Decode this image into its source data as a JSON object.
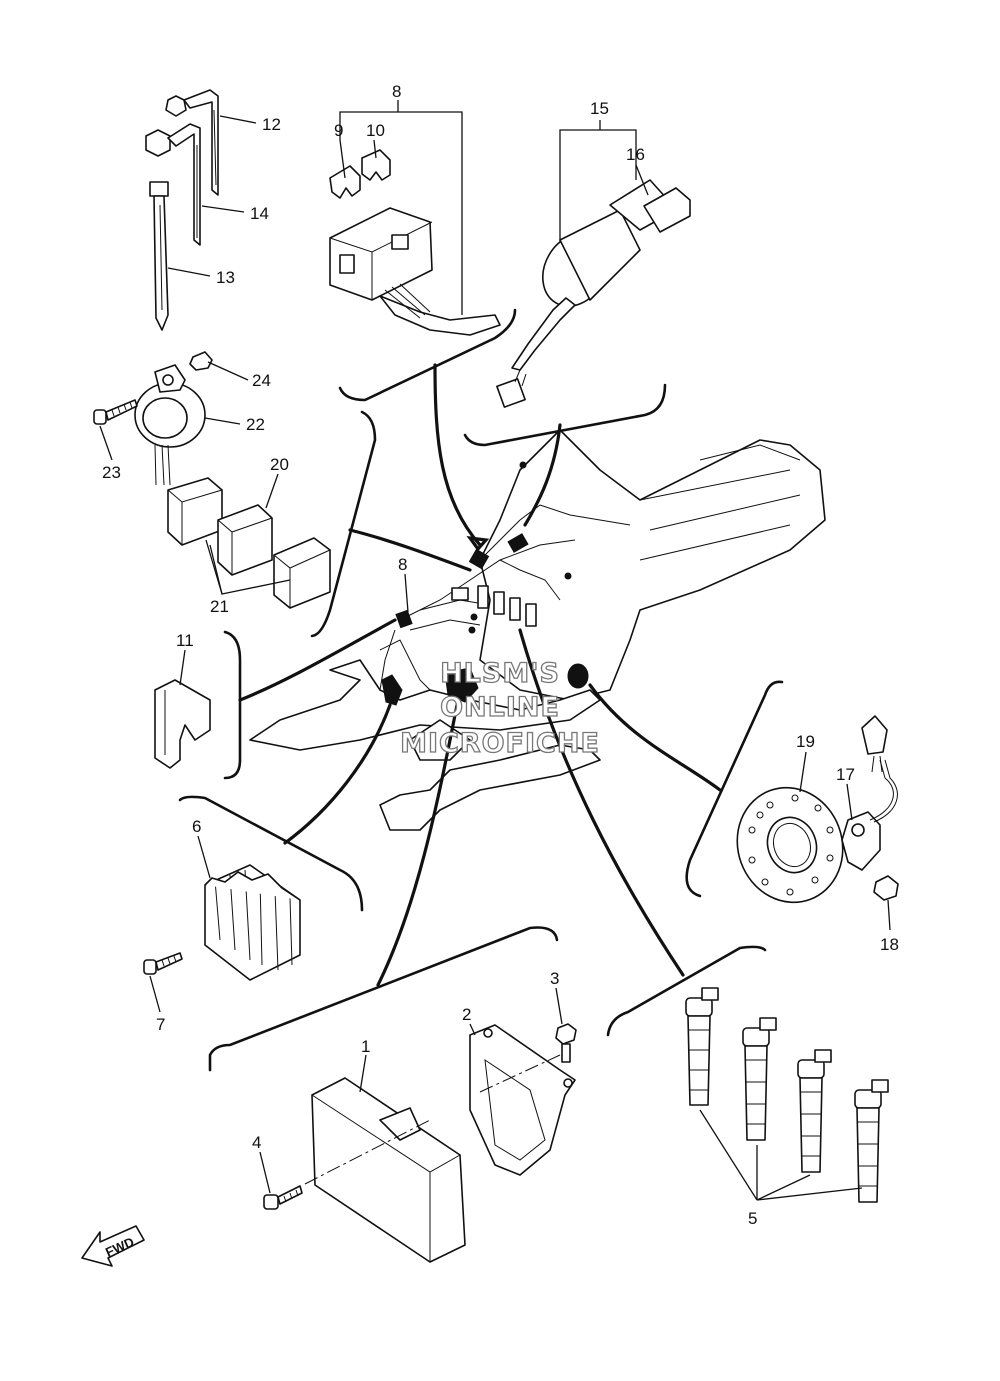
{
  "callouts": {
    "c1": "1",
    "c2": "2",
    "c3": "3",
    "c4": "4",
    "c5": "5",
    "c6": "6",
    "c7": "7",
    "c8a": "8",
    "c8b": "8",
    "c9": "9",
    "c10": "10",
    "c11": "11",
    "c12": "12",
    "c13": "13",
    "c14": "14",
    "c15": "15",
    "c16": "16",
    "c17": "17",
    "c18": "18",
    "c19": "19",
    "c20": "20",
    "c21": "21",
    "c22": "22",
    "c23": "23",
    "c24": "24"
  },
  "watermark": {
    "line1": "HLSM'S",
    "line2": "ONLINE",
    "line3": "MICROFICHE"
  },
  "fwd_arrow": {
    "label": "FWD"
  }
}
